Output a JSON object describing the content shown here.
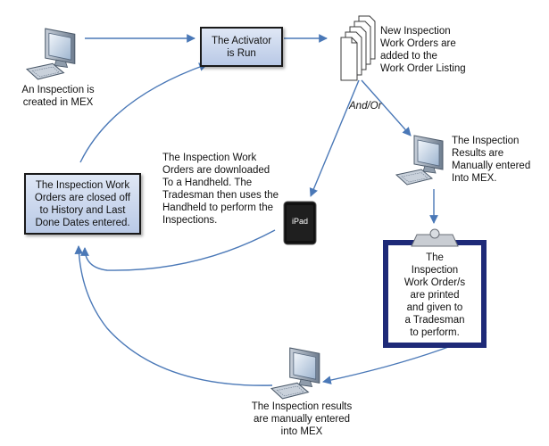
{
  "nodes": {
    "inspection_created": "An Inspection is\ncreated in MEX",
    "activator": "The Activator\nis Run",
    "new_work_orders": "New Inspection\n Work Orders are\nadded to the\nWork Order Listing",
    "and_or": "And/Or",
    "results_manual": "The Inspection\nResults are\nManually entered\nInto MEX.",
    "downloaded": "The Inspection Work\nOrders are downloaded\nTo a Handheld. The\nTradesman then uses the\nHandheld to perform the\nInspections.",
    "closed_off": "The Inspection Work\nOrders are closed off\nto History and Last\nDone Dates entered.",
    "printed": "The\nInspection\nWork Order/s\nare printed\nand given to\na Tradesman\nto perform.",
    "results_entered": "The Inspection results\nare manually entered\ninto MEX"
  },
  "device": {
    "ipad_label": "iPad"
  },
  "icons": [
    "computer-icon",
    "documents-stack-icon",
    "ipad-icon",
    "clipboard-icon"
  ],
  "colors": {
    "arrow": "#4a78b7",
    "box_border": "#1a1a1a",
    "clipboard_border": "#1e2a78"
  }
}
